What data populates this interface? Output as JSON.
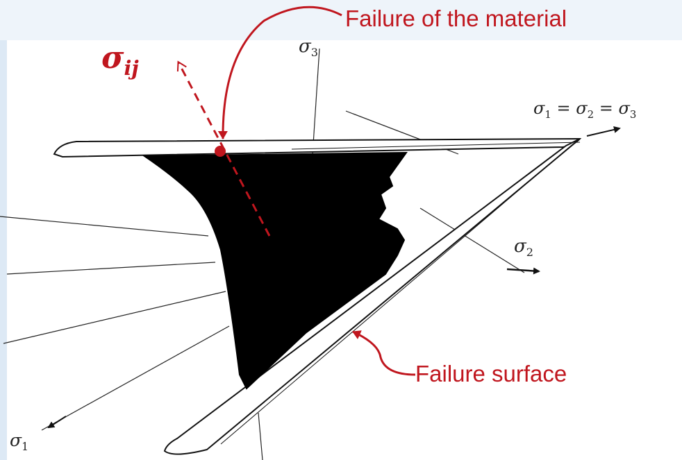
{
  "colors": {
    "annotation": "#c0161e",
    "ink": "#111111",
    "fill": "#000000"
  },
  "labels": {
    "failure_material": "Failure of the material",
    "failure_surface": "Failure surface",
    "sigma_ij": {
      "base": "σ",
      "sub": "ij"
    },
    "sigma_3": {
      "base": "σ",
      "sub": "3"
    },
    "sigma_2": {
      "base": "σ",
      "sub": "2"
    },
    "sigma_1": {
      "base": "σ",
      "sub": "1"
    },
    "hydrostatic": {
      "t1": "σ",
      "s1": "1",
      "eq1": " = σ",
      "s2": "2",
      "eq2": " = σ",
      "s3": "3"
    }
  },
  "icons": [
    "arrow-icon",
    "failure-point-icon"
  ]
}
